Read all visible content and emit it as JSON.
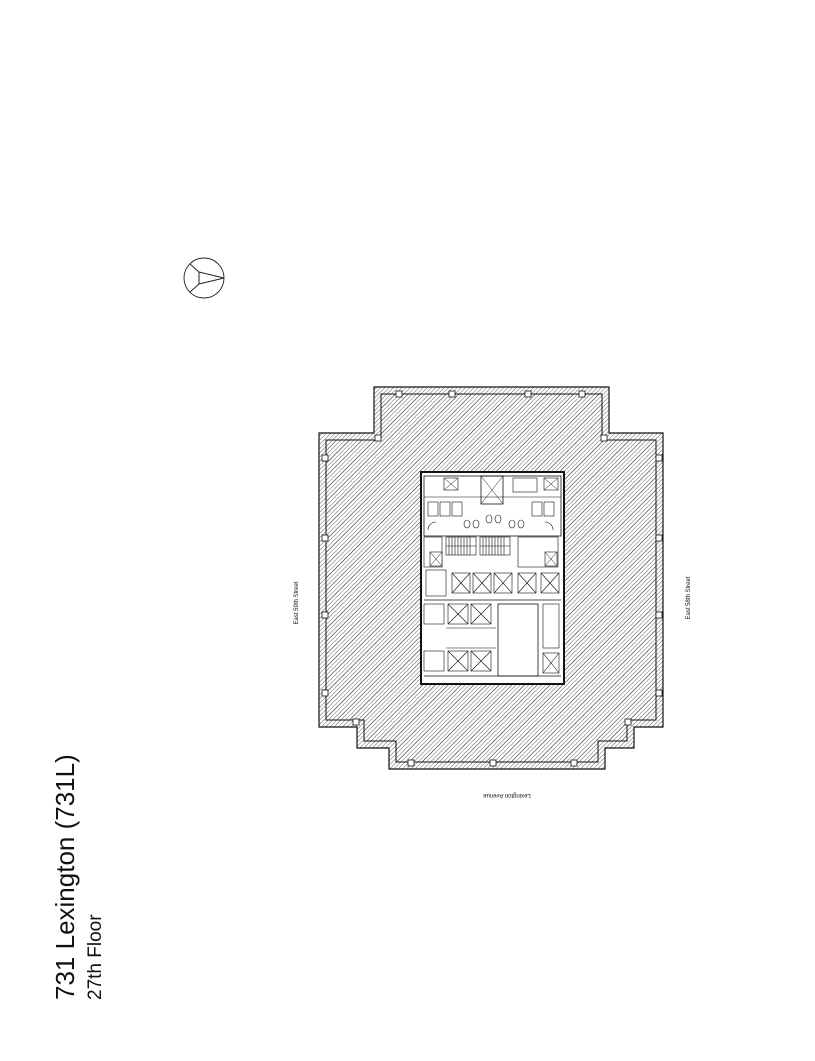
{
  "building": {
    "title": "731 Lexington (731L)",
    "floor": "27th Floor"
  },
  "streets": {
    "left": "East 59th Street",
    "right": "East 58th Street",
    "bottom": "Lexington Avenue"
  },
  "icons": {
    "north_arrow": "compass-north-arrow-icon"
  },
  "colors": {
    "line": "#111111",
    "background": "#ffffff"
  }
}
